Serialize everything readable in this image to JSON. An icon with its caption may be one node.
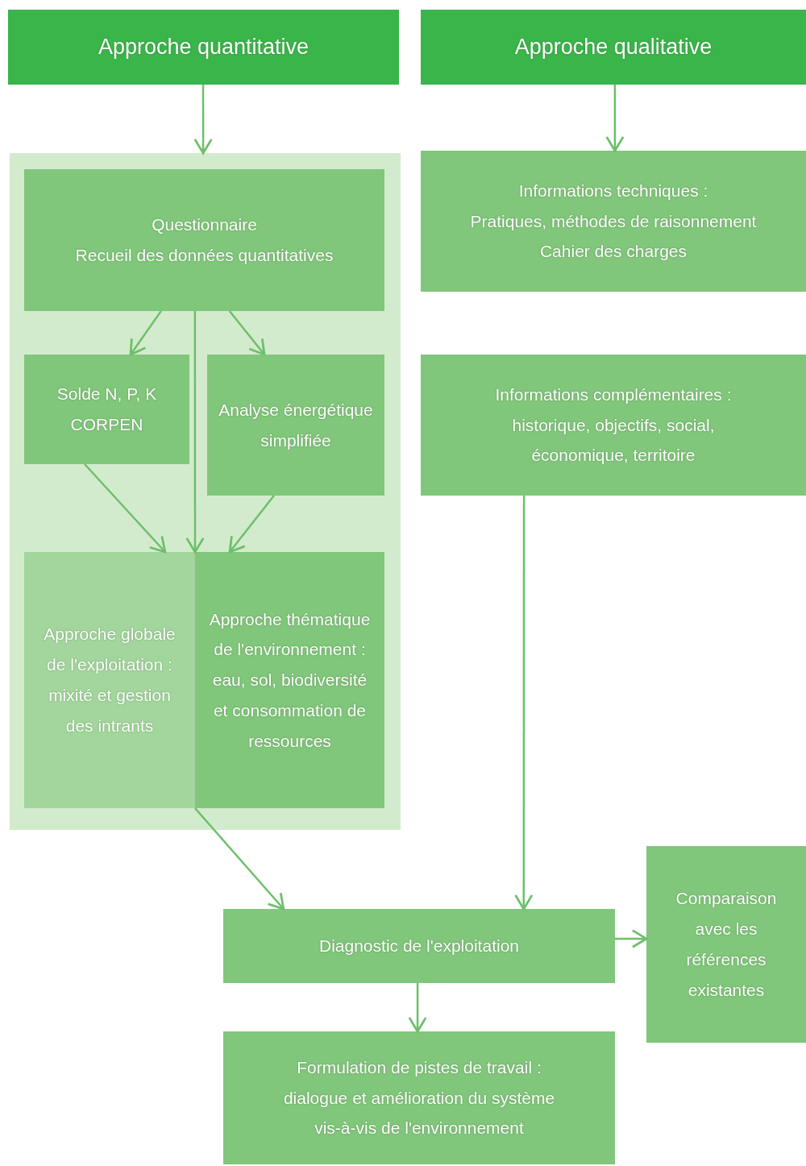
{
  "diagram": {
    "nodes": [
      {
        "text": [
          "Approche quantitative"
        ]
      },
      {
        "text": [
          "Approche qualitative"
        ]
      },
      {
        "text": [],
        "shape": "box"
      },
      {
        "text": [
          "Questionnaire",
          "Recueil des données quantitatives"
        ],
        "in": 2
      },
      {
        "text": [
          "Solde N, P, K CORPEN"
        ],
        "in": 2
      },
      {
        "text": [
          "Analyse énergétique simplifiée"
        ],
        "in": 2
      },
      {
        "text": [
          "Approche globale de l'exploitation : mixité et gestion des intrants"
        ],
        "in": 2
      },
      {
        "text": [
          "Approche thématique de l'environnement : eau, sol, biodiversité et consommation de ressources"
        ],
        "in": 2
      },
      {
        "text": [
          "Informations techniques :",
          "Pratiques, méthodes de raisonnement",
          "Cahier des charges"
        ]
      },
      {
        "text": [
          "Informations complémentaires :",
          "historique, objectifs, social, économique, territoire"
        ]
      },
      {
        "text": [
          "Diagnostic de l'exploitation"
        ]
      },
      {
        "text": [
          "Comparaison avec les références existantes"
        ]
      },
      {
        "text": [
          "Formulation de pistes de travail :",
          "dialogue et amélioration du système vis-à-vis de l'environnement"
        ]
      }
    ],
    "edges": [
      {
        "from": 0,
        "to": 2,
        "arrow": "to"
      },
      {
        "from": 1,
        "to": 8,
        "arrow": "to"
      },
      {
        "from": 3,
        "to": 4,
        "arrow": "to"
      },
      {
        "from": 3,
        "to": 5,
        "arrow": "to"
      },
      {
        "from": 3,
        "to": 6,
        "arrow": "to"
      },
      {
        "from": 3,
        "to": 7,
        "arrow": "to"
      },
      {
        "from": 4,
        "to": 6,
        "arrow": "to"
      },
      {
        "from": 5,
        "to": 7,
        "arrow": "to"
      },
      {
        "from": 7,
        "to": 10,
        "arrow": "to"
      },
      {
        "from": 9,
        "to": 10,
        "arrow": "to"
      },
      {
        "from": 10,
        "to": 11,
        "arrow": "to"
      },
      {
        "from": 10,
        "to": 12,
        "arrow": "to"
      }
    ]
  }
}
